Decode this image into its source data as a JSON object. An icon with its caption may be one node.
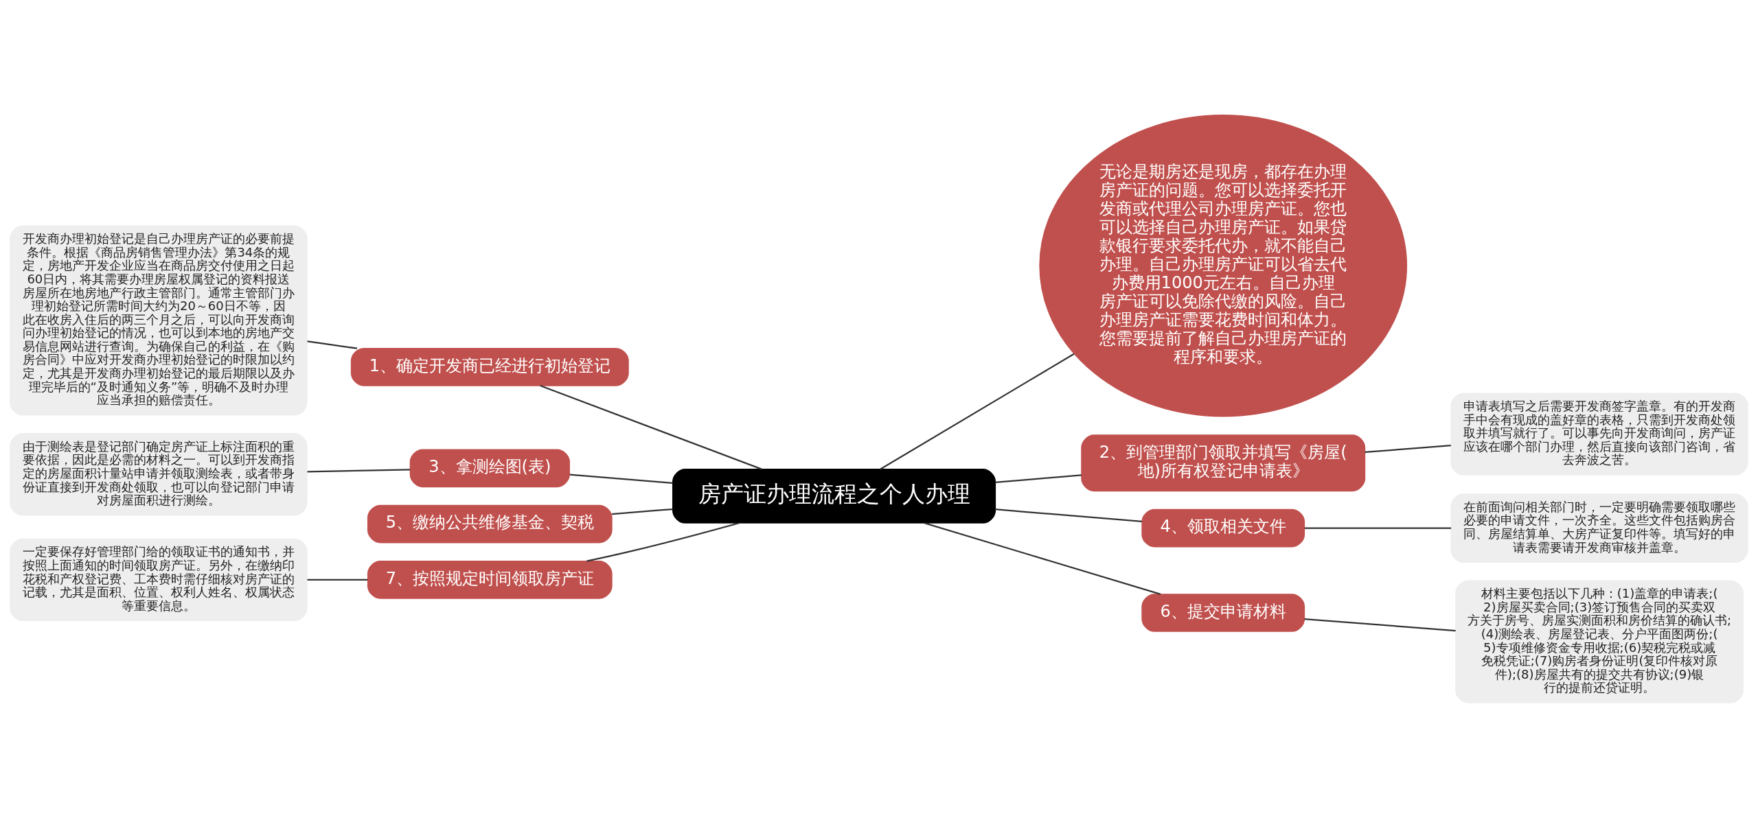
{
  "diagram": {
    "nodes": [
      {
        "text": [
          "房产证办理流程之个人办理"
        ]
      },
      {
        "text": [
          "无论是期房还是现房，都存在办理房产证的问题。您可以选择委托开发商或代理公司办理房产证。您也可以选择自己办理房产证。如果贷款银行要求委托代办，就不能自己办理。自己办理房产证可以省去代办费用1000元左右。自己办理房产证可以免除代缴的风险。自己办理房产证需要花费时间和体力。您需要提前了解自己办理房产证的程序和要求。"
        ]
      },
      {
        "text": [
          "1、确定开发商已经进行初始登记"
        ]
      },
      {
        "text": [
          "开发商办理初始登记是自己办理房产证的必要前提条件。根据《商品房销售管理办法》第34条的规定，房地产开发企业应当在商品房交付使用之日起60日内，将其需要办理房屋权属登记的资料报送房屋所在地房地产行政主管部门。通常主管部门办理初始登记所需时间大约为20～60日不等，因此在收房入住后的两三个月之后，可以向开发商询问办理初始登记的情况，也可以到本地的房地产交易信息网站进行查询。为确保自己的利益，在《购房合同》中应对开发商办理初始登记的时限加以约定，尤其是开发商办理初始登记的最后期限以及办理完毕后的“及时通知义务”等，明确不及时办理应当承担的赔偿责任。"
        ]
      },
      {
        "text": [
          "2、到管理部门领取并填写《房屋(地)所有权登记申请表》"
        ]
      },
      {
        "text": [
          "申请表填写之后需要开发商签字盖章。有的开发商手中会有现成的盖好章的表格，只需到开发商处领取并填写就行了。可以事先向开发商询问，房产证应该在哪个部门办理，然后直接向该部门咨询，省去奔波之苦。"
        ]
      },
      {
        "text": [
          "3、拿测绘图(表)"
        ]
      },
      {
        "text": [
          "由于测绘表是登记部门确定房产证上标注面积的重要依据，因此是必需的材料之一。可以到开发商指定的房屋面积计量站申请并领取测绘表，或者带身份证直接到开发商处领取，也可以向登记部门申请对房屋面积进行测绘。"
        ]
      },
      {
        "text": [
          "4、领取相关文件"
        ]
      },
      {
        "text": [
          "在前面询问相关部门时，一定要明确需要领取哪些必要的申请文件，一次齐全。这些文件包括购房合同、房屋结算单、大房产证复印件等。填写好的申请表需要请开发商审核并盖章。"
        ]
      },
      {
        "text": [
          "5、缴纳公共维修基金、契税"
        ]
      },
      {
        "text": [
          "6、提交申请材料"
        ]
      },
      {
        "text": [
          "材料主要包括以下几种：(1)盖章的申请表;(2)房屋买卖合同;(3)签订预售合同的买卖双方关于房号、房屋实测面积和房价结算的确认书;(4)测绘表、房屋登记表、分户平面图两份;(5)专项维修资金专用收据;(6)契税完税或减免税凭证;(7)购房者身份证明(复印件核对原件);(8)房屋共有的提交共有协议;(9)银行的提前还贷证明。"
        ]
      },
      {
        "text": [
          "7、按照规定时间领取房产证"
        ]
      },
      {
        "text": [
          "一定要保存好管理部门给的领取证书的通知书，并按照上面通知的时间领取房产证。另外，在缴纳印花税和产权登记费、工本费时需仔细核对房产证的记载，尤其是面积、位置、权利人姓名、权属状态等重要信息。"
        ]
      }
    ],
    "edges": [
      {
        "from": 0,
        "to": 1,
        "arrow": "none"
      },
      {
        "from": 0,
        "to": 2,
        "arrow": "none"
      },
      {
        "from": 2,
        "to": 3,
        "arrow": "none"
      },
      {
        "from": 0,
        "to": 4,
        "arrow": "none"
      },
      {
        "from": 4,
        "to": 5,
        "arrow": "none"
      },
      {
        "from": 0,
        "to": 6,
        "arrow": "none"
      },
      {
        "from": 6,
        "to": 7,
        "arrow": "none"
      },
      {
        "from": 0,
        "to": 8,
        "arrow": "none"
      },
      {
        "from": 8,
        "to": 9,
        "arrow": "none"
      },
      {
        "from": 0,
        "to": 10,
        "arrow": "none"
      },
      {
        "from": 0,
        "to": 11,
        "arrow": "none"
      },
      {
        "from": 11,
        "to": 12,
        "arrow": "none"
      },
      {
        "from": 0,
        "to": 13,
        "arrow": "none"
      },
      {
        "from": 13,
        "to": 14,
        "arrow": "none"
      }
    ]
  }
}
